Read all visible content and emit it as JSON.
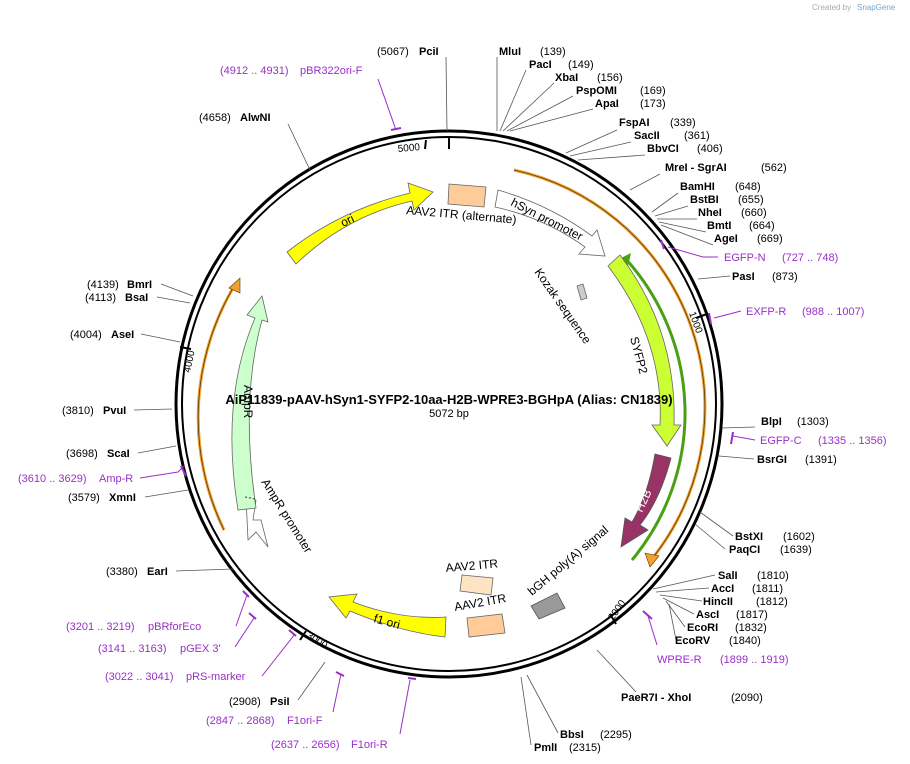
{
  "credit": {
    "prefix": "Created by",
    "brand": "SnapGene"
  },
  "map": {
    "name": "AiP11839-pAAV-hSyn1-SYFP2-10aa-H2B-WPRE3-BGHpA (Alias: CN1839)",
    "length_label": "5072 bp"
  },
  "ticks": [
    "1000",
    "2000",
    "3000",
    "4000",
    "5000"
  ],
  "sites": [
    {
      "pos": "(5067)",
      "name": "PciI"
    },
    {
      "name": "MluI",
      "pos": "(139)"
    },
    {
      "name": "PacI",
      "pos": "(149)"
    },
    {
      "name": "XbaI",
      "pos": "(156)"
    },
    {
      "name": "PspOMI",
      "pos": "(169)"
    },
    {
      "name": "ApaI",
      "pos": "(173)"
    },
    {
      "name": "FspAI",
      "pos": "(339)"
    },
    {
      "name": "SacII",
      "pos": "(361)"
    },
    {
      "name": "BbvCI",
      "pos": "(406)"
    },
    {
      "name": "MreI - SgrAI",
      "pos": "(562)"
    },
    {
      "name": "BamHI",
      "pos": "(648)"
    },
    {
      "name": "BstBI",
      "pos": "(655)"
    },
    {
      "name": "NheI",
      "pos": "(660)"
    },
    {
      "name": "BmtI",
      "pos": "(664)"
    },
    {
      "name": "AgeI",
      "pos": "(669)"
    },
    {
      "name": "PasI",
      "pos": "(873)"
    },
    {
      "name": "BlpI",
      "pos": "(1303)"
    },
    {
      "name": "BsrGI",
      "pos": "(1391)"
    },
    {
      "name": "BstXI",
      "pos": "(1602)"
    },
    {
      "name": "PaqCI",
      "pos": "(1639)"
    },
    {
      "name": "SalI",
      "pos": "(1810)"
    },
    {
      "name": "AccI",
      "pos": "(1811)"
    },
    {
      "name": "HincII",
      "pos": "(1812)"
    },
    {
      "name": "AscI",
      "pos": "(1817)"
    },
    {
      "name": "EcoRI",
      "pos": "(1832)"
    },
    {
      "name": "EcoRV",
      "pos": "(1840)"
    },
    {
      "name": "PaeR7I - XhoI",
      "pos": "(2090)"
    },
    {
      "name": "BbsI",
      "pos": "(2295)"
    },
    {
      "name": "PmlI",
      "pos": "(2315)"
    },
    {
      "pos": "(2908)",
      "name": "PsiI"
    },
    {
      "pos": "(3380)",
      "name": "EarI"
    },
    {
      "pos": "(3579)",
      "name": "XmnI"
    },
    {
      "pos": "(3698)",
      "name": "ScaI"
    },
    {
      "pos": "(3810)",
      "name": "PvuI"
    },
    {
      "pos": "(4004)",
      "name": "AseI"
    },
    {
      "pos": "(4113)",
      "name": "BsaI"
    },
    {
      "pos": "(4139)",
      "name": "BmrI"
    },
    {
      "pos": "(4658)",
      "name": "AlwNI"
    }
  ],
  "primers": [
    {
      "range": "(4912 .. 4931)",
      "name": "pBR322ori-F"
    },
    {
      "name": "EGFP-N",
      "range": "(727 .. 748)"
    },
    {
      "name": "EXFP-R",
      "range": "(988 .. 1007)"
    },
    {
      "name": "EGFP-C",
      "range": "(1335 .. 1356)"
    },
    {
      "name": "WPRE-R",
      "range": "(1899 .. 1919)"
    },
    {
      "range": "(2637 .. 2656)",
      "name": "F1ori-R"
    },
    {
      "range": "(2847 .. 2868)",
      "name": "F1ori-F"
    },
    {
      "range": "(3022 .. 3041)",
      "name": "pRS-marker"
    },
    {
      "range": "(3141 .. 3163)",
      "name": "pGEX 3'"
    },
    {
      "range": "(3201 .. 3219)",
      "name": "pBRforEco"
    },
    {
      "range": "(3610 .. 3629)",
      "name": "Amp-R"
    }
  ],
  "features": [
    {
      "name": "ori",
      "color": "#ffff00"
    },
    {
      "name": "AAV2 ITR (alternate)",
      "color": "#ffcc99"
    },
    {
      "name": "hSyn promoter",
      "color": "#ffffff"
    },
    {
      "name": "Kozak sequence",
      "color": "#cccccc"
    },
    {
      "name": "SYFP2",
      "color": "#ccff33"
    },
    {
      "name": "H2B",
      "color": "#993366"
    },
    {
      "name": "bGH poly(A) signal",
      "color": "#999999"
    },
    {
      "name": "AAV2 ITR",
      "color": "#ffcc99"
    },
    {
      "name": "AAV2 ITR",
      "color": "#ffe4c4"
    },
    {
      "name": "f1 ori",
      "color": "#ffff00"
    },
    {
      "name": "AmpR promoter",
      "color": "#ffffff"
    },
    {
      "name": "AmpR",
      "color": "#ccffcc"
    }
  ]
}
